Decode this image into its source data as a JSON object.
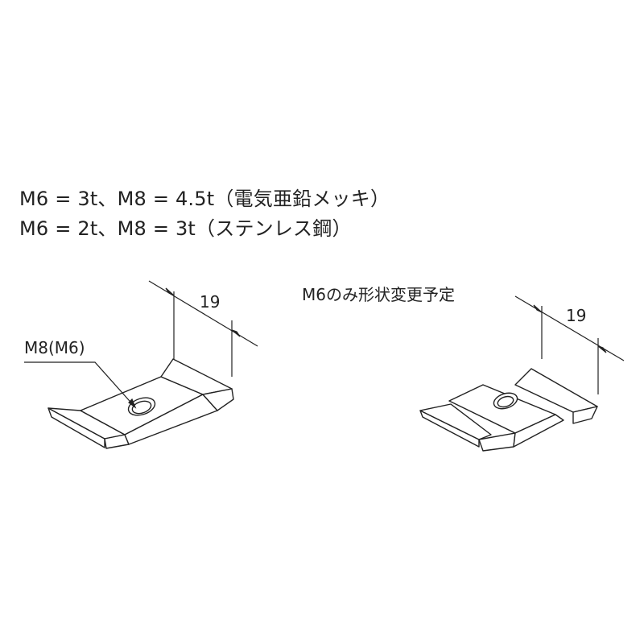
{
  "specs": {
    "line1": "M6 = 3t、M8 = 4.5t（電気亜鉛メッキ）",
    "line2": "M6 = 2t、M8 = 3t（ステンレス鋼）"
  },
  "left_part": {
    "thread_label": "M8(M6)",
    "dimension": "19"
  },
  "right_part": {
    "note": "M6のみ形状変更予定",
    "dimension": "19"
  }
}
